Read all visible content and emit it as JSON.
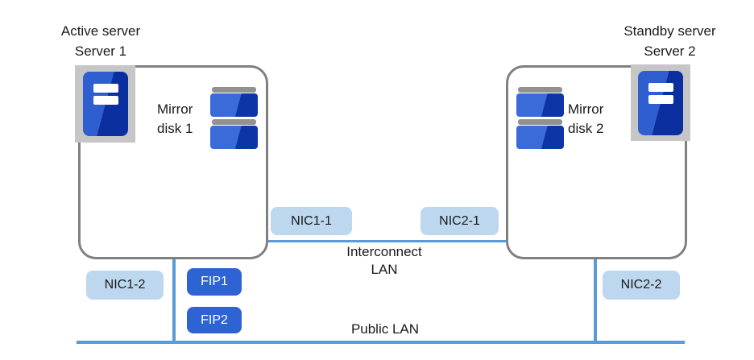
{
  "colors": {
    "line_blue": "#5b9bd5",
    "nic_badge_bg": "#bdd7ee",
    "fip_badge_bg": "#2e63d4",
    "server_blue_light": "#2e5ecf",
    "server_blue_dark": "#0b2f9e",
    "disk_blue_light": "#3a6bd8",
    "disk_blue_dark": "#0d35a5",
    "box_border_gray": "#808080",
    "icon_tray_gray": "#c6c6c6",
    "disk_cap_gray": "#919191",
    "text_color": "#1a1a1a"
  },
  "servers": {
    "left": {
      "role": "Active server",
      "name": "Server 1",
      "disk_label": "Mirror disk 1"
    },
    "right": {
      "role": "Standby server",
      "name": "Server 2",
      "disk_label": "Mirror disk 2"
    }
  },
  "nics": {
    "nic1_1": "NIC1-1",
    "nic2_1": "NIC2-1",
    "nic1_2": "NIC1-2",
    "nic2_2": "NIC2-2"
  },
  "fips": {
    "fip1": "FIP1",
    "fip2": "FIP2"
  },
  "networks": {
    "interconnect": "Interconnect LAN",
    "public": "Public LAN"
  }
}
